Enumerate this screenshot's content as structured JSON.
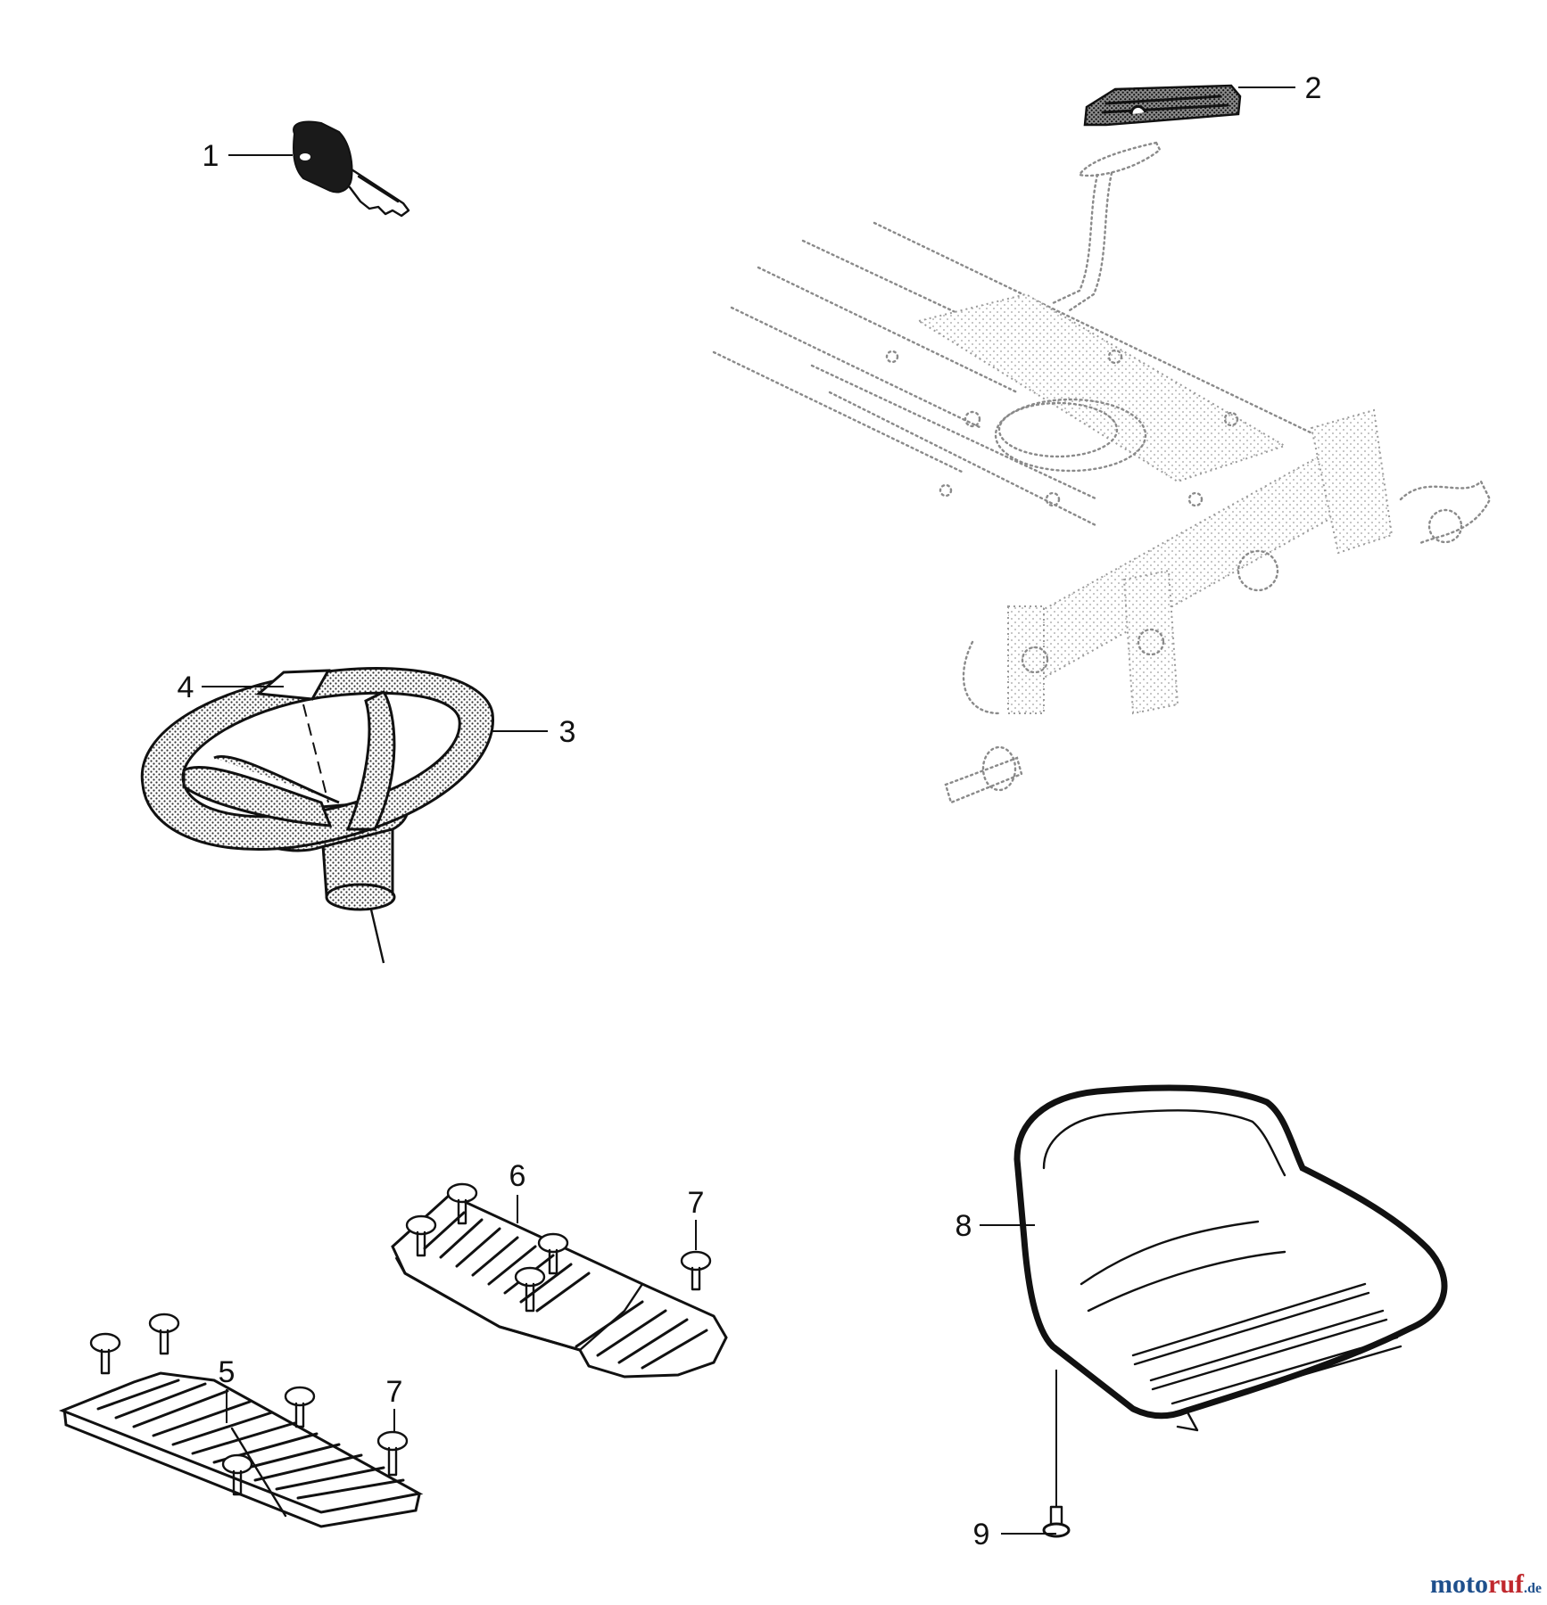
{
  "callouts": [
    {
      "id": "1",
      "label": "1"
    },
    {
      "id": "2",
      "label": "2"
    },
    {
      "id": "3",
      "label": "3"
    },
    {
      "id": "4",
      "label": "4"
    },
    {
      "id": "5",
      "label": "5"
    },
    {
      "id": "6",
      "label": "6"
    },
    {
      "id": "7a",
      "label": "7"
    },
    {
      "id": "7b",
      "label": "7"
    },
    {
      "id": "8",
      "label": "8"
    },
    {
      "id": "9",
      "label": "9"
    }
  ],
  "watermark": {
    "name_a": "moto",
    "name_b": "ruf",
    "suffix": ".de"
  }
}
